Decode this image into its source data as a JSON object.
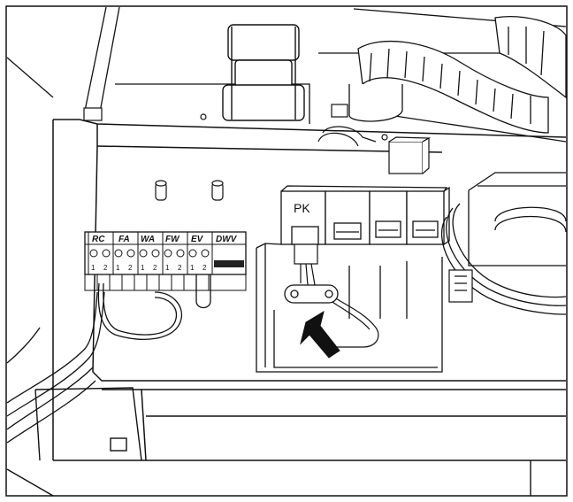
{
  "terminals": [
    {
      "label": "RC",
      "pins": [
        "1",
        "2"
      ]
    },
    {
      "label": "FA",
      "pins": [
        "1",
        "2"
      ]
    },
    {
      "label": "WA",
      "pins": [
        "1",
        "2"
      ]
    },
    {
      "label": "FW",
      "pins": [
        "1",
        "2"
      ]
    },
    {
      "label": "EV",
      "pins": [
        "1",
        "2"
      ]
    },
    {
      "label": "DWV",
      "pins": []
    }
  ],
  "connector_label": "PK",
  "colors": {
    "line": "#111111",
    "fill": "#ffffff",
    "shade": "#e6e6e6",
    "dark": "#333333"
  }
}
